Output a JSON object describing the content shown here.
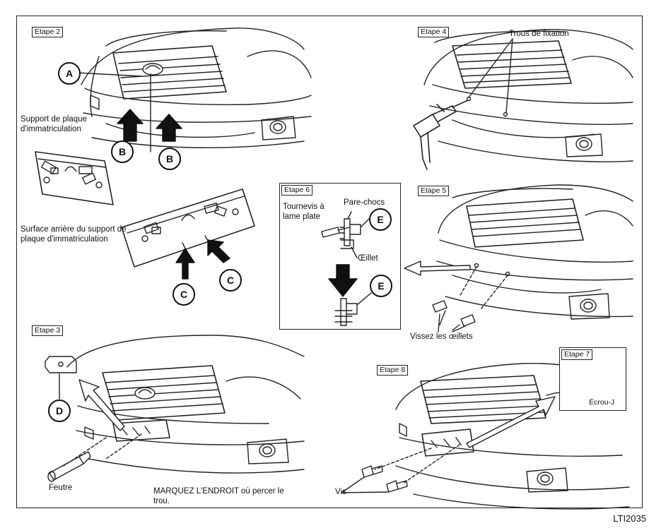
{
  "steps": {
    "s2": "Etape 2",
    "s3": "Etape 3",
    "s4": "Etape 4",
    "s5": "Etape 5",
    "s6": "Etape 6",
    "s7": "Etape 7",
    "s8": "Etape 8"
  },
  "callouts": {
    "a": "A",
    "b": "B",
    "c": "C",
    "d": "D",
    "e": "E"
  },
  "labels": {
    "support_plaque": "Support de plaque d'immatriculation",
    "surface_arriere": "Surface arrière du support de plaque d'immatriculation",
    "trous_fixation": "Trous de fixation",
    "tournevis": "Tournevis à lame plate",
    "pare_chocs": "Pare-chocs",
    "oeillet": "Œillet",
    "vissez": "Vissez les œillets",
    "feutre": "Feutre",
    "marquez": "MARQUEZ L'ENDROIT où percer le trou.",
    "ecrou_j": "Écrou-J",
    "vis": "Vis"
  },
  "figure_code": "LTI2035"
}
